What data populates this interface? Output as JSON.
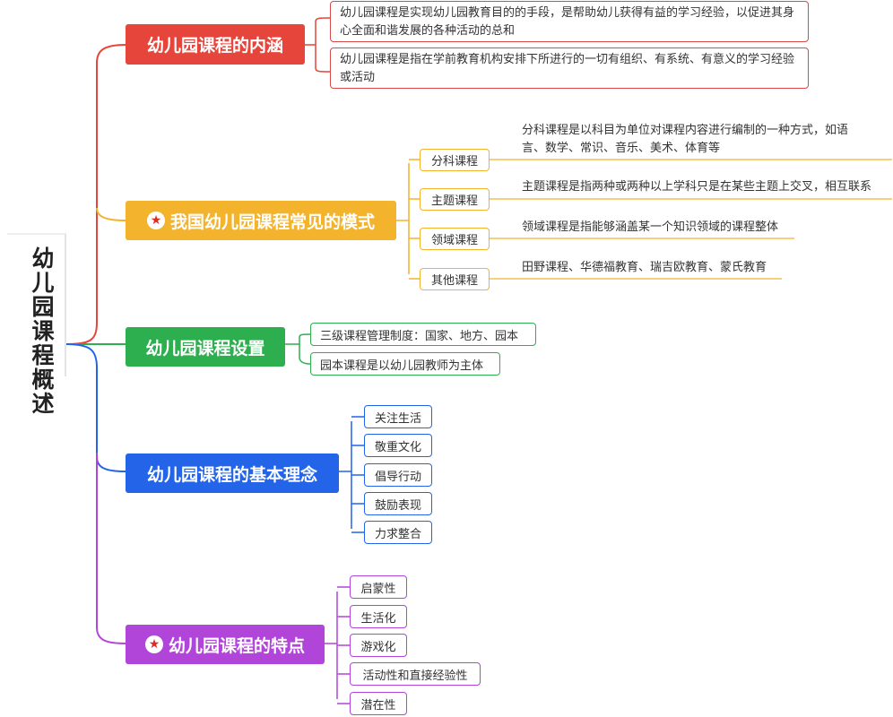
{
  "root": {
    "title": "幼儿园课程概述"
  },
  "branches": [
    {
      "label": "幼儿园课程的内涵",
      "color": "#e5453a",
      "starred": false,
      "items": [
        "幼儿园课程是实现幼儿园教育目的的手段，是帮助幼儿获得有益的学习经验，以促进其身心全面和谐发展的各种活动的总和",
        "幼儿园课程是指在学前教育机构安排下所进行的一切有组织、有系统、有意义的学习经验或活动"
      ]
    },
    {
      "label": "我国幼儿园课程常见的模式",
      "color": "#f3b32c",
      "starred": true,
      "items": [
        {
          "label": "分科课程",
          "detail": "分科课程是以科目为单位对课程内容进行编制的一种方式，如语言、数学、常识、音乐、美术、体育等"
        },
        {
          "label": "主题课程",
          "detail": "主题课程是指两种或两种以上学科只是在某些主题上交叉，相互联系"
        },
        {
          "label": "领域课程",
          "detail": "领域课程是指能够涵盖某一个知识领域的课程整体"
        },
        {
          "label": "其他课程",
          "detail": "田野课程、华德福教育、瑞吉欧教育、蒙氏教育"
        }
      ]
    },
    {
      "label": "幼儿园课程设置",
      "color": "#2eaf4f",
      "starred": false,
      "items": [
        "三级课程管理制度：国家、地方、园本",
        "园本课程是以幼儿园教师为主体"
      ]
    },
    {
      "label": "幼儿园课程的基本理念",
      "color": "#2364e8",
      "starred": false,
      "items": [
        "关注生活",
        "敬重文化",
        "倡导行动",
        "鼓励表现",
        "力求整合"
      ]
    },
    {
      "label": "幼儿园课程的特点",
      "color": "#b245d9",
      "starred": true,
      "items": [
        "启蒙性",
        "生活化",
        "游戏化",
        "活动性和直接经验性",
        "潜在性"
      ]
    }
  ]
}
